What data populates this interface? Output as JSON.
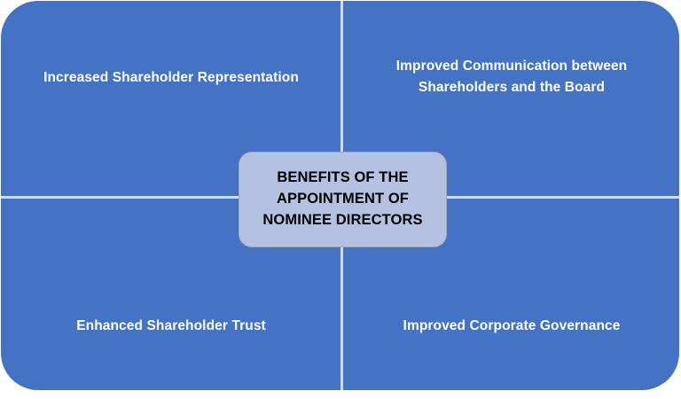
{
  "diagram": {
    "type": "four-quadrant-matrix-with-center-hub",
    "colors": {
      "quadrant_fill": "#4472C4",
      "divider_line": "#D3DCEF",
      "center_fill": "#B4C1E1",
      "center_border": "#A7A7A7",
      "quadrant_text": "#FFFFFF",
      "center_text": "#000000",
      "page_background": "#FFFFFF"
    },
    "center": {
      "title": "BENEFITS OF THE\nAPPOINTMENT OF\nNOMINEE DIRECTORS",
      "title_lines": [
        "BENEFITS OF THE",
        "APPOINTMENT OF",
        "NOMINEE DIRECTORS"
      ]
    },
    "quadrants": [
      {
        "position": "top-left",
        "label": "Increased Shareholder Representation",
        "label_lines": [
          "Increased Shareholder Representation"
        ]
      },
      {
        "position": "top-right",
        "label": "Improved Communication between\nShareholders and the Board",
        "label_lines": [
          "Improved Communication between",
          "Shareholders and the Board"
        ]
      },
      {
        "position": "bottom-left",
        "label": "Enhanced Shareholder Trust",
        "label_lines": [
          "Enhanced Shareholder Trust"
        ]
      },
      {
        "position": "bottom-right",
        "label": "Improved Corporate Governance",
        "label_lines": [
          "Improved Corporate Governance"
        ]
      }
    ]
  }
}
